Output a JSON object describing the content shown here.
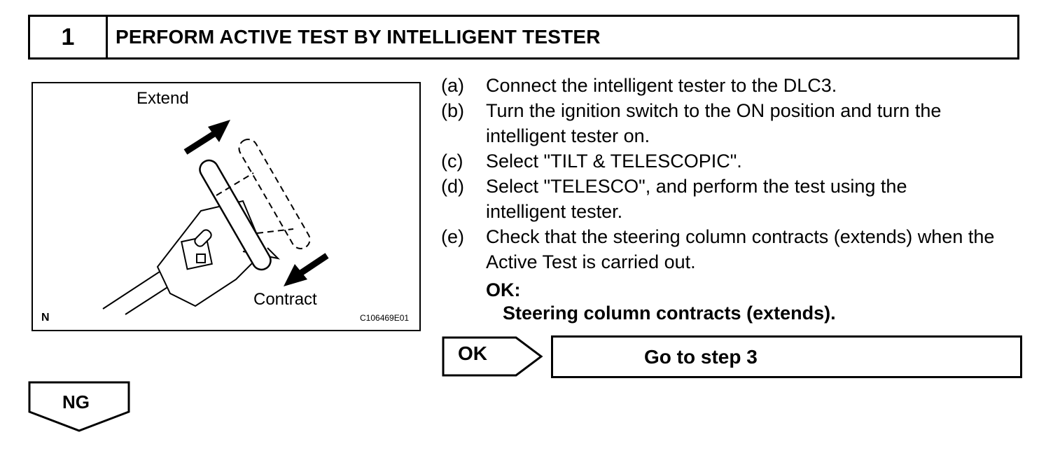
{
  "header": {
    "step_number": "1",
    "title": "PERFORM ACTIVE TEST BY INTELLIGENT TESTER"
  },
  "figure": {
    "label_extend": "Extend",
    "label_contract": "Contract",
    "label_corner": "N",
    "figure_code": "C106469E01"
  },
  "steps": [
    {
      "label": "(a)",
      "text": "Connect the intelligent tester to the DLC3."
    },
    {
      "label": "(b)",
      "text": "Turn the ignition switch to the ON position and turn the intelligent tester on."
    },
    {
      "label": "(c)",
      "text": "Select \"TILT & TELESCOPIC\"."
    },
    {
      "label": "(d)",
      "text": "Select \"TELESCO\", and perform the test using the intelligent tester."
    },
    {
      "label": "(e)",
      "text": "Check that the steering column contracts (extends) when the Active Test is carried out."
    }
  ],
  "ok_heading": "OK:",
  "ok_result": "Steering column contracts (extends).",
  "ok_tag": "OK",
  "goto_text": "Go to step 3",
  "ng_tag": "NG"
}
